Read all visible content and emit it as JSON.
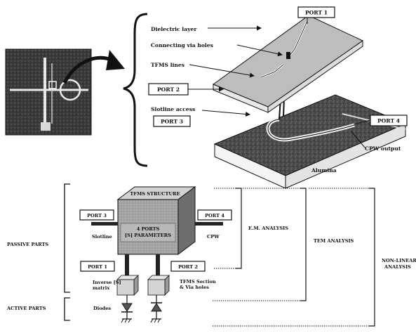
{
  "labels": {
    "dielectric_layer": "Dielectric layer",
    "connecting_via_holes": "Connecting via holes",
    "tfms_lines": "TFMS lines",
    "slotline_access": "Slotline access",
    "alumina": "Alumina",
    "cpw_output": "CPW output",
    "port1": "PORT 1",
    "port2": "PORT 2",
    "port3": "PORT 3",
    "port4": "PORT 4"
  },
  "block": {
    "cube_top": "TFMS STRUCTURE",
    "cube_front_line1": "4 PORTS",
    "cube_front_line2": "[S] PARAMETERS",
    "port3": "PORT 3",
    "port4": "PORT 4",
    "port1": "PORT 1",
    "port2": "PORT 2",
    "slotline": "Slotline",
    "cpw": "CPW",
    "inverse_line1": "Inverse [S]",
    "inverse_line2": "matrix",
    "tfms_section_line1": "TFMS Section",
    "tfms_section_line2": "& Via holes",
    "diodes": "Diodes"
  },
  "analysis": {
    "passive_parts": "PASSIVE PARTS",
    "active_parts": "ACTIVE PARTS",
    "em": "E.M. ANALYSIS",
    "tem": "TEM ANALYSIS",
    "nonlinear_line1": "NON-LINEAR",
    "nonlinear_line2": "ANALYSIS"
  },
  "colors": {
    "ink": "#111111",
    "photo_bg": "#3a3a3a",
    "ground_plane": "#4a4a4a",
    "dielectric": "#bdbdbd",
    "cube_front": "#9c9c9c"
  }
}
